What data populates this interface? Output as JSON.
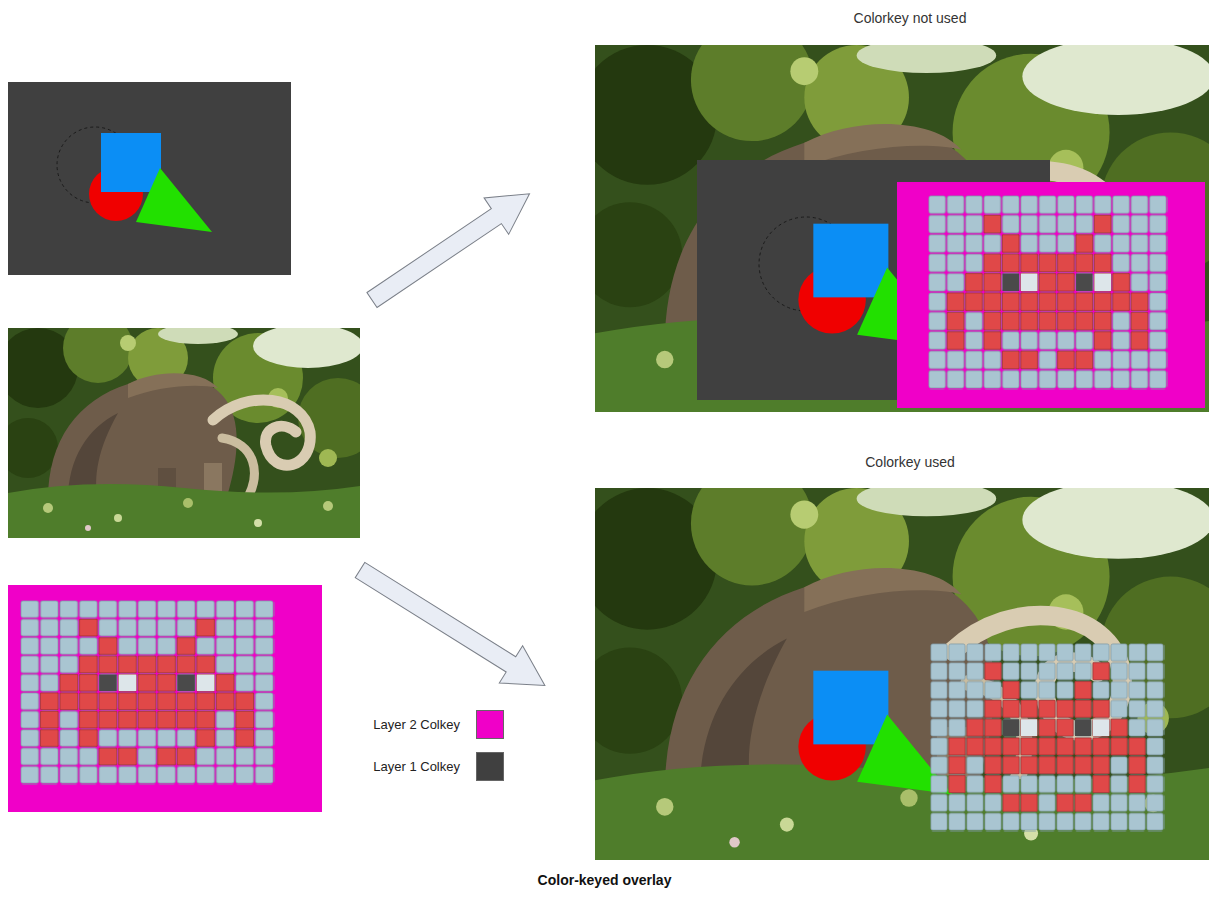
{
  "diagram": {
    "caption": "Color-keyed overlay",
    "nodes": [
      {
        "text": [
          "Colorkey not used"
        ]
      },
      {
        "text": [
          "Colorkey used"
        ]
      }
    ],
    "legend": [
      {
        "text": "Layer 2 Colkey",
        "color": "#f000c8"
      },
      {
        "text": "Layer 1 Colkey",
        "color": "#404040"
      }
    ]
  }
}
